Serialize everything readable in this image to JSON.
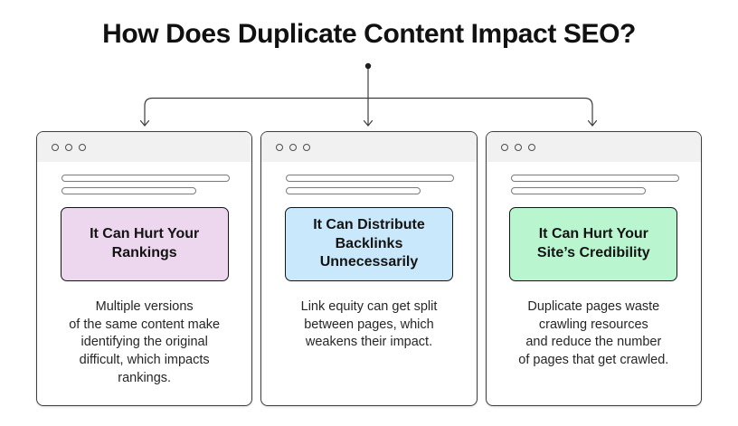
{
  "title": "How Does Duplicate Content Impact SEO?",
  "colors": {
    "card_header_bg": "#f1f1f2",
    "card_border": "#3f3f3f",
    "connector": "#3d3d3d",
    "rankings_box_bg": "#ecd7ee",
    "backlinks_box_bg": "#c9e8fb",
    "credibility_box_bg": "#b9f6d0"
  },
  "cards": [
    {
      "heading": "It Can Hurt Your\nRankings",
      "heading_bg": "#ecd7ee",
      "description": "Multiple versions\nof the same content make\nidentifying the original\ndifficult, which impacts\nrankings."
    },
    {
      "heading": "It Can Distribute\nBacklinks\nUnnecessarily",
      "heading_bg": "#c9e8fb",
      "description": "Link equity can get split\nbetween pages, which\nweakens their impact."
    },
    {
      "heading": "It Can Hurt Your\nSite’s Credibility",
      "heading_bg": "#b9f6d0",
      "description": "Duplicate pages waste\ncrawling resources\nand reduce the number\nof pages that get crawled."
    }
  ]
}
